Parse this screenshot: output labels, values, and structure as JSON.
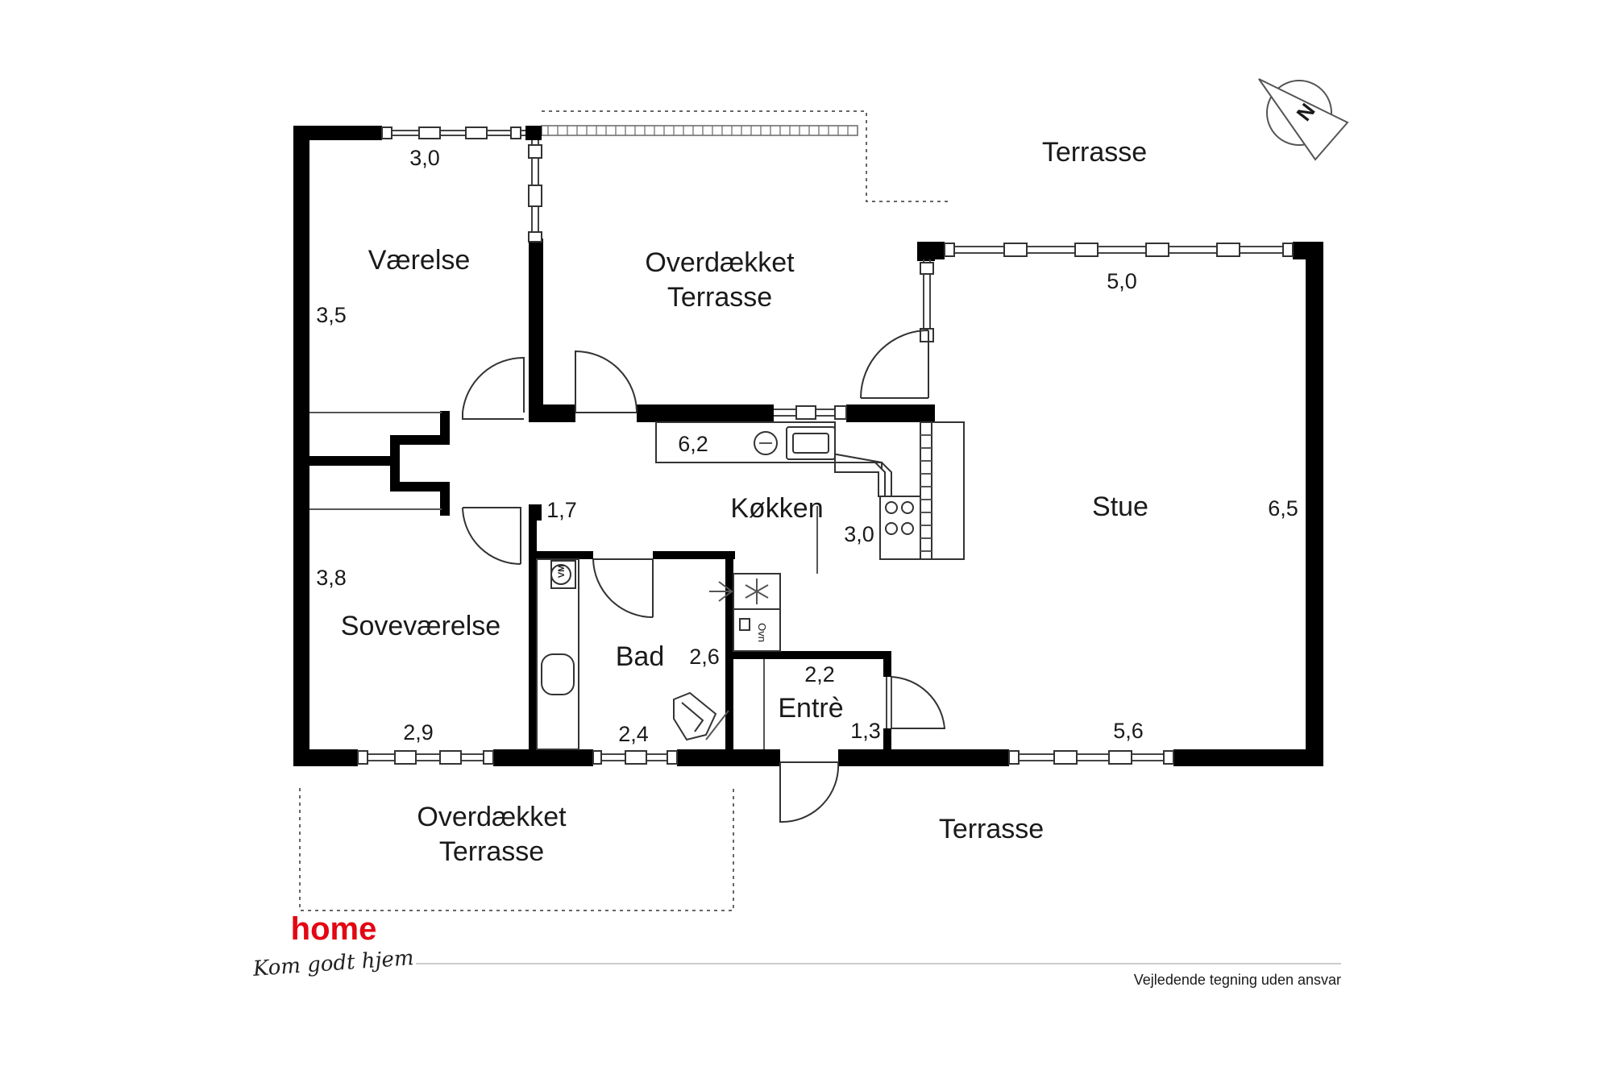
{
  "rooms": {
    "vaerelse": "Værelse",
    "overdaekket_top_1": "Overdækket",
    "overdaekket_top_2": "Terrasse",
    "terrasse_top": "Terrasse",
    "stue": "Stue",
    "koekken": "Køkken",
    "sovevaerelse": "Soveværelse",
    "bad": "Bad",
    "entre": "Entrè",
    "overdaekket_bottom_1": "Overdækket",
    "overdaekket_bottom_2": "Terrasse",
    "terrasse_bottom": "Terrasse"
  },
  "dimensions": {
    "vaerelse_width": "3,0",
    "vaerelse_height": "3,5",
    "stue_width_top": "5,0",
    "stue_width_bottom": "5,6",
    "stue_height": "6,5",
    "koekken_width": "6,2",
    "koekken_depth": "3,0",
    "hall_width": "1,7",
    "sovevaerelse_height": "3,8",
    "sovevaerelse_width": "2,9",
    "bad_width": "2,4",
    "bad_height": "2,6",
    "entre_width": "2,2",
    "entre_height": "1,3"
  },
  "appliances": {
    "washer": "VM",
    "oven": "Ovn"
  },
  "compass": {
    "letter": "N"
  },
  "brand": {
    "name": "home",
    "tagline": "Kom godt hjem",
    "color": "#e30613"
  },
  "disclaimer": "Vejledende tegning uden ansvar"
}
